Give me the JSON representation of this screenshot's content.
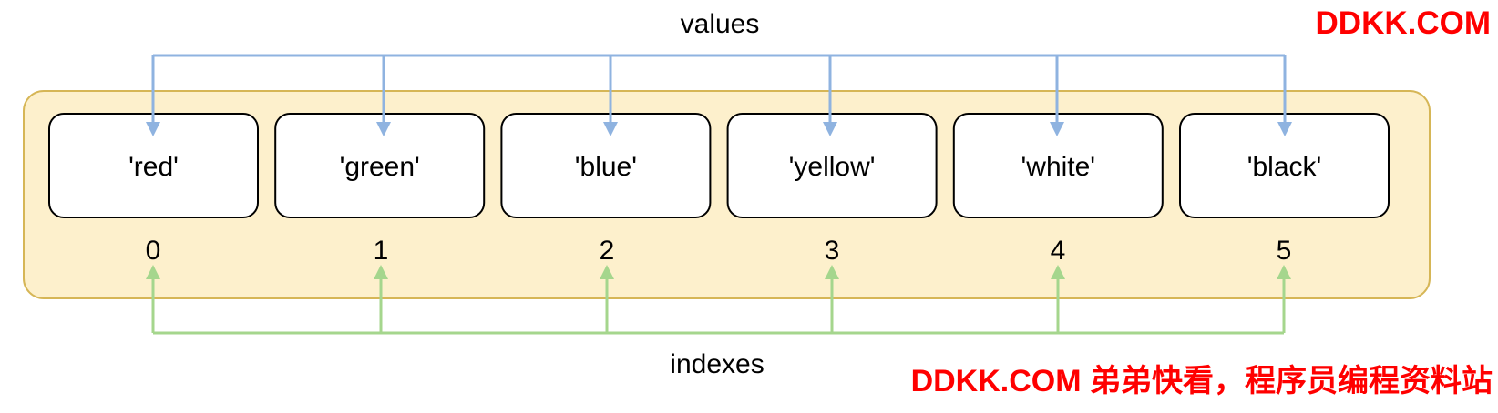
{
  "labels": {
    "top": "values",
    "bottom": "indexes"
  },
  "cells": [
    {
      "value": "'red'",
      "index": "0"
    },
    {
      "value": "'green'",
      "index": "1"
    },
    {
      "value": "'blue'",
      "index": "2"
    },
    {
      "value": "'yellow'",
      "index": "3"
    },
    {
      "value": "'white'",
      "index": "4"
    },
    {
      "value": "'black'",
      "index": "5"
    }
  ],
  "watermarks": {
    "top": "DDKK.COM",
    "bottom": "DDKK.COM 弟弟快看，程序员编程资料站"
  },
  "colors": {
    "container_fill": "#fdf0cc",
    "container_stroke": "#d6b656",
    "value_arrow": "#8fb3e0",
    "index_arrow": "#a5d68d",
    "watermark": "#ff0000"
  }
}
